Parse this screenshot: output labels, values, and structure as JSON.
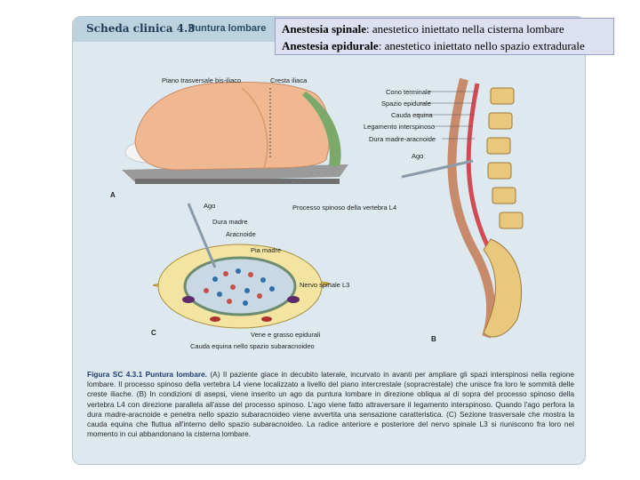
{
  "header": {
    "kicker": "Scheda clinica 4.3",
    "title": "Puntura lombare"
  },
  "callout": {
    "line1_term": "Anestesia spinale",
    "line1_rest": ": anestetico iniettato nella cisterna lombare",
    "line2_term": "Anestesia epidurale",
    "line2_rest": ": anestetico iniettato nello spazio extradurale"
  },
  "panel_a": {
    "letter": "A",
    "labels": {
      "piano": "Piano trasversale bis-iliaco",
      "cresta": "Cresta iliaca",
      "processo": "Processo spinoso della vertebra L4"
    }
  },
  "panel_b": {
    "letter": "B",
    "labels": {
      "cono": "Cono terminale",
      "spazio": "Spazio epidurale",
      "cauda": "Cauda equina",
      "legamento": "Legamento interspinoso",
      "dura": "Dura madre-aracnoide",
      "ago": "Ago"
    }
  },
  "panel_c": {
    "letter": "C",
    "labels": {
      "ago": "Ago",
      "dura": "Dura madre",
      "aracnoide": "Aracnoide",
      "pia": "Pia madre",
      "nervo": "Nervo spinale L3",
      "vene": "Vene e grasso epidurali",
      "cauda": "Cauda equina nello spazio subaracnoideo"
    }
  },
  "caption": {
    "title": "Figura SC 4.3.1 Puntura lombare.",
    "body": "(A) Il paziente giace in decubito laterale, incurvato in avanti per ampliare gli spazi interspinosi nella regione lombare. Il processo spinoso della vertebra L4 viene localizzato a livello del piano intercrestale (sopracrestale) che unisce fra loro le sommità delle creste iliache. (B) In condizioni di asepsi, viene inserito un ago da puntura lombare in direzione obliqua al di sopra del processo spinoso della vertebra L4 con direzione parallela all'asse del processo spinoso. L'ago viene fatto attraversare il legamento interspinoso. Quando l'ago perfora la dura madre-aracnoide e penetra nello spazio subaracnoideo viene avvertita una sensazione caratteristica. (C) Sezione trasversale che mostra la cauda equina che fluttua all'interno dello spazio subaracnoideo. La radice anteriore e posteriore del nervo spinale L3 si riuniscono fra loro nel momento in cui abbandonano la cisterna lombare."
  }
}
